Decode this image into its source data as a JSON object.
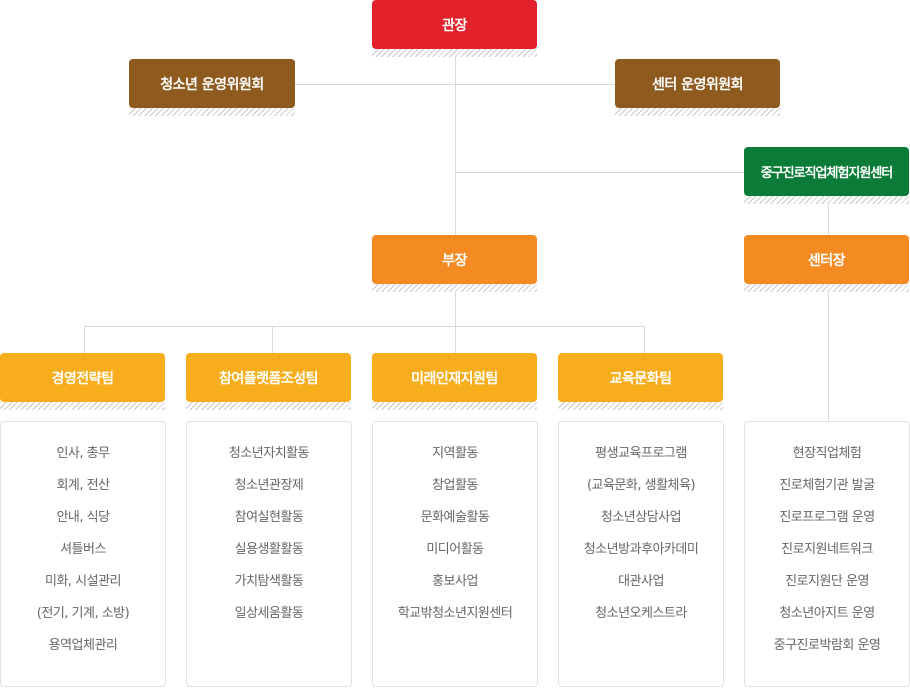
{
  "chart": {
    "director": {
      "label": "관장",
      "color": "#e3212a"
    },
    "youth_committee": {
      "label": "청소년 운영위원회",
      "color": "#8e5a1e"
    },
    "center_committee": {
      "label": "센터 운영위원회",
      "color": "#8e5a1e"
    },
    "career_center": {
      "label": "중구진로직업체험지원센터",
      "color": "#0b7c38"
    },
    "deputy": {
      "label": "부장",
      "color": "#f48a22"
    },
    "center_head": {
      "label": "센터장",
      "color": "#f48a22"
    },
    "teams": [
      {
        "label": "경영전략팀",
        "items": [
          "인사, 총무",
          "회계, 전산",
          "안내, 식당",
          "셔틀버스",
          "미화, 시설관리",
          "(전기, 기계, 소방)",
          "용역업체관리"
        ]
      },
      {
        "label": "참여플랫폼조성팀",
        "items": [
          "청소년자치활동",
          "청소년관장제",
          "참여실현활동",
          "실용생활활동",
          "가치탐색활동",
          "일상세움활동"
        ]
      },
      {
        "label": "미래인재지원팀",
        "items": [
          "지역활동",
          "창업활동",
          "문화예술활동",
          "미디어활동",
          "홍보사업",
          "학교밖청소년지원센터"
        ]
      },
      {
        "label": "교육문화팀",
        "items": [
          "평생교육프로그램",
          "(교육문화, 생활체육)",
          "청소년상담사업",
          "청소년방과후아카데미",
          "대관사업",
          "청소년오케스트라"
        ]
      }
    ],
    "center_items": [
      "현장직업체험",
      "진로체험기관 발굴",
      "진로프로그램 운영",
      "진로지원네트워크",
      "진로지원단 운영",
      "청소년아지트 운영",
      "중구진로박람회 운영"
    ],
    "team_color": "#f8ae1c"
  }
}
